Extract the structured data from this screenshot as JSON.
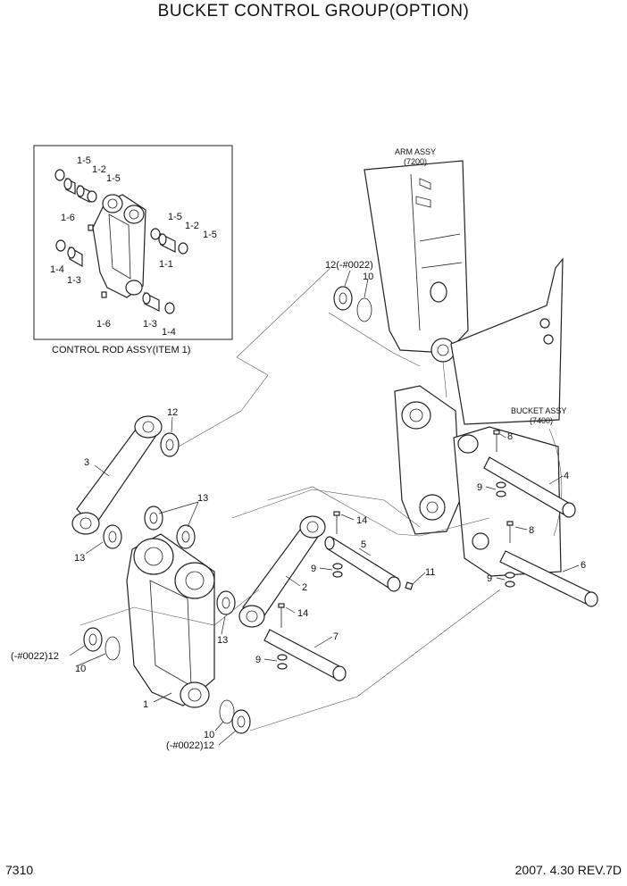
{
  "title": "BUCKET CONTROL  GROUP(OPTION)",
  "page_number": "7310",
  "revision": "2007. 4.30  REV.7D",
  "inset_caption": "CONTROL ROD ASSY(ITEM 1)",
  "assemblies": {
    "arm_name": "ARM ASSY",
    "arm_ref": "(7200)",
    "bucket_name": "BUCKET ASSY",
    "bucket_ref": "(7400)"
  },
  "callouts": {
    "c1": "1",
    "c2": "2",
    "c3": "3",
    "c4": "4",
    "c5": "5",
    "c6": "6",
    "c7": "7",
    "c8a": "8",
    "c8b": "8",
    "c9a": "9",
    "c9b": "9",
    "c9c": "9",
    "c9d": "9",
    "c10a": "10",
    "c10b": "10",
    "c10c": "10",
    "c11": "11",
    "c12a": "12",
    "c12b": "12(-#0022)",
    "c12c": "(-#0022)12",
    "c12d": "(-#0022)12",
    "c13a": "13",
    "c13b": "13",
    "c13c": "13",
    "c14a": "14",
    "c14b": "14"
  },
  "inset_callouts": {
    "i15a": "1-5",
    "i12a": "1-2",
    "i15b": "1-5",
    "i16a": "1-6",
    "i14a": "1-4",
    "i13a": "1-3",
    "i15c": "1-5",
    "i12b": "1-2",
    "i15d": "1-5",
    "i11": "1-1",
    "i16b": "1-6",
    "i13b": "1-3",
    "i14b": "1-4"
  }
}
